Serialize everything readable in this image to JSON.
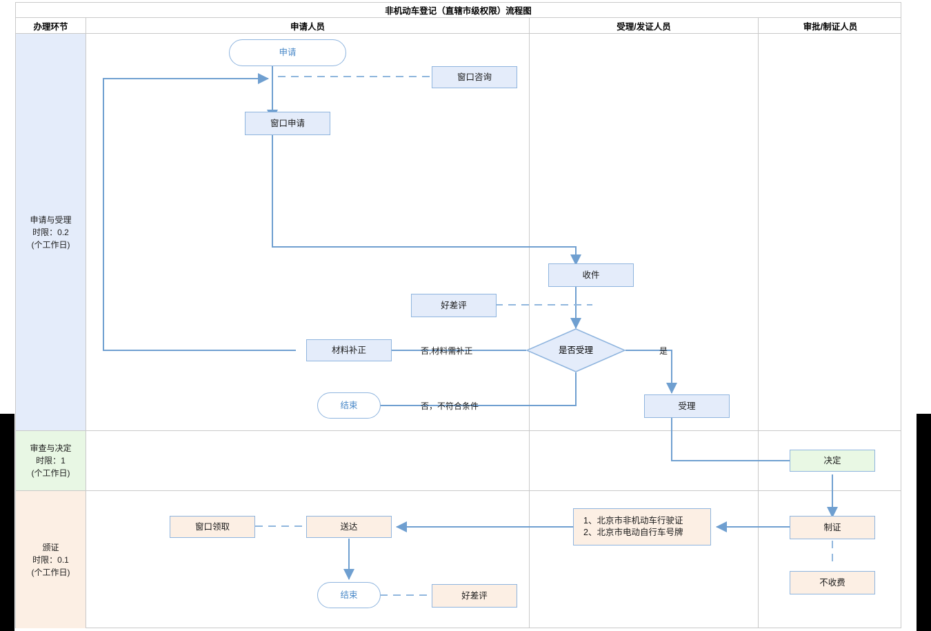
{
  "title": "非机动车登记（直辖市级权限）流程图",
  "columns": [
    {
      "key": "stage",
      "label": "办理环节"
    },
    {
      "key": "applicant",
      "label": "申请人员"
    },
    {
      "key": "acceptor",
      "label": "受理/发证人员"
    },
    {
      "key": "approver",
      "label": "审批/制证人员"
    }
  ],
  "stages": [
    {
      "name": "申请与受理",
      "limit": "时限：0.2",
      "unit": "(个工作日)",
      "color": "#e4ecfa"
    },
    {
      "name": "审查与决定",
      "limit": "时限：1",
      "unit": "(个工作日)",
      "color": "#e8f7e4"
    },
    {
      "name": "颁证",
      "limit": "时限：0.1",
      "unit": "(个工作日)",
      "color": "#fcefe4"
    }
  ],
  "nodes": {
    "start": "申请",
    "window_query": "窗口咨询",
    "window_apply": "窗口申请",
    "receive": "收件",
    "review_1": "好差评",
    "decide": "是否受理",
    "supplement": "材料补正",
    "end_1": "结束",
    "accept": "受理",
    "decision": "决定",
    "make_cert": "制证",
    "no_fee": "不收费",
    "certs": "1、北京市非机动车行驶证\n2、北京市电动自行车号牌",
    "certs_line1": "1、北京市非机动车行驶证",
    "certs_line2": "2、北京市电动自行车号牌",
    "deliver": "送达",
    "window_pick": "窗口领取",
    "end_2": "结束",
    "review_2": "好差评"
  },
  "edge_labels": {
    "yes": "是",
    "no_supplement": "否,材料需补正",
    "no_unqualified": "否，不符合条件"
  },
  "colors": {
    "line": "#6f9fd0",
    "dashed": "#8fb6dd",
    "blue_fill": "#e4ecfa",
    "green_fill": "#e9f8e4",
    "peach_fill": "#fcefe4",
    "node_border": "#8eb4de",
    "grid": "#c9c9c9",
    "terminal_text": "#4a89c8"
  }
}
